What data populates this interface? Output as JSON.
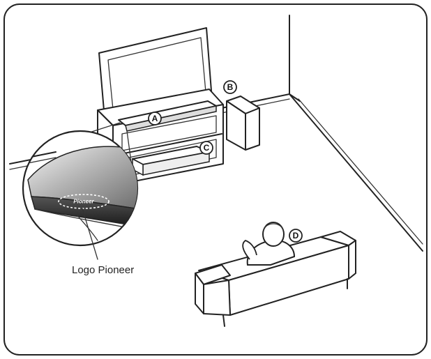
{
  "markers": {
    "a": "A",
    "b": "B",
    "c": "C",
    "d": "D"
  },
  "callout": {
    "label": "Logo Pioneer",
    "logo_text": "Pioneer"
  },
  "colors": {
    "line": "#222222",
    "background": "#ffffff",
    "speaker_dark": "#2a2a2a",
    "speaker_light": "#9a9a9a"
  }
}
